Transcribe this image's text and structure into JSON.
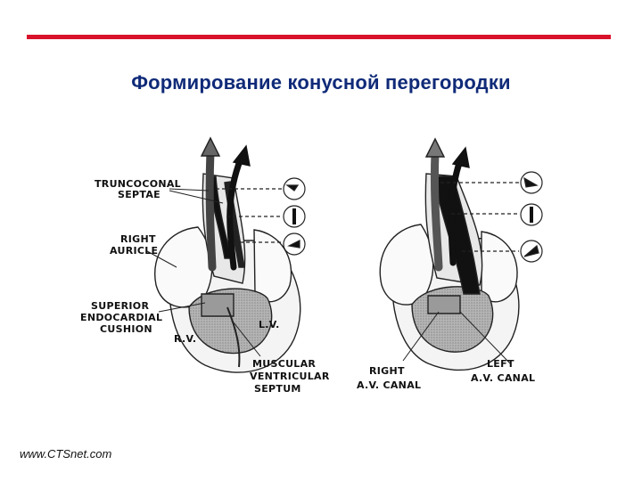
{
  "slide": {
    "title": "Формирование конусной перегородки",
    "footer": "www.CTSnet.com",
    "accent_color": "#d9122b",
    "title_color": "#0f2a78"
  },
  "diagram": {
    "labels": {
      "truncoconal_1": "TRUNCOCONAL",
      "truncoconal_2": "SEPTAE",
      "right_auricle_1": "RIGHT",
      "right_auricle_2": "AURICLE",
      "superior_1": "SUPERIOR",
      "superior_2": "ENDOCARDIAL",
      "superior_3": "CUSHION",
      "rv": "R.V.",
      "lv": "L.V.",
      "muscular_1": "MUSCULAR",
      "muscular_2": "VENTRICULAR",
      "muscular_3": "SEPTUM",
      "right_av_1": "RIGHT",
      "right_av_2": "A.V. CANAL",
      "left_av_1": "LEFT",
      "left_av_2": "A.V. CANAL"
    }
  }
}
